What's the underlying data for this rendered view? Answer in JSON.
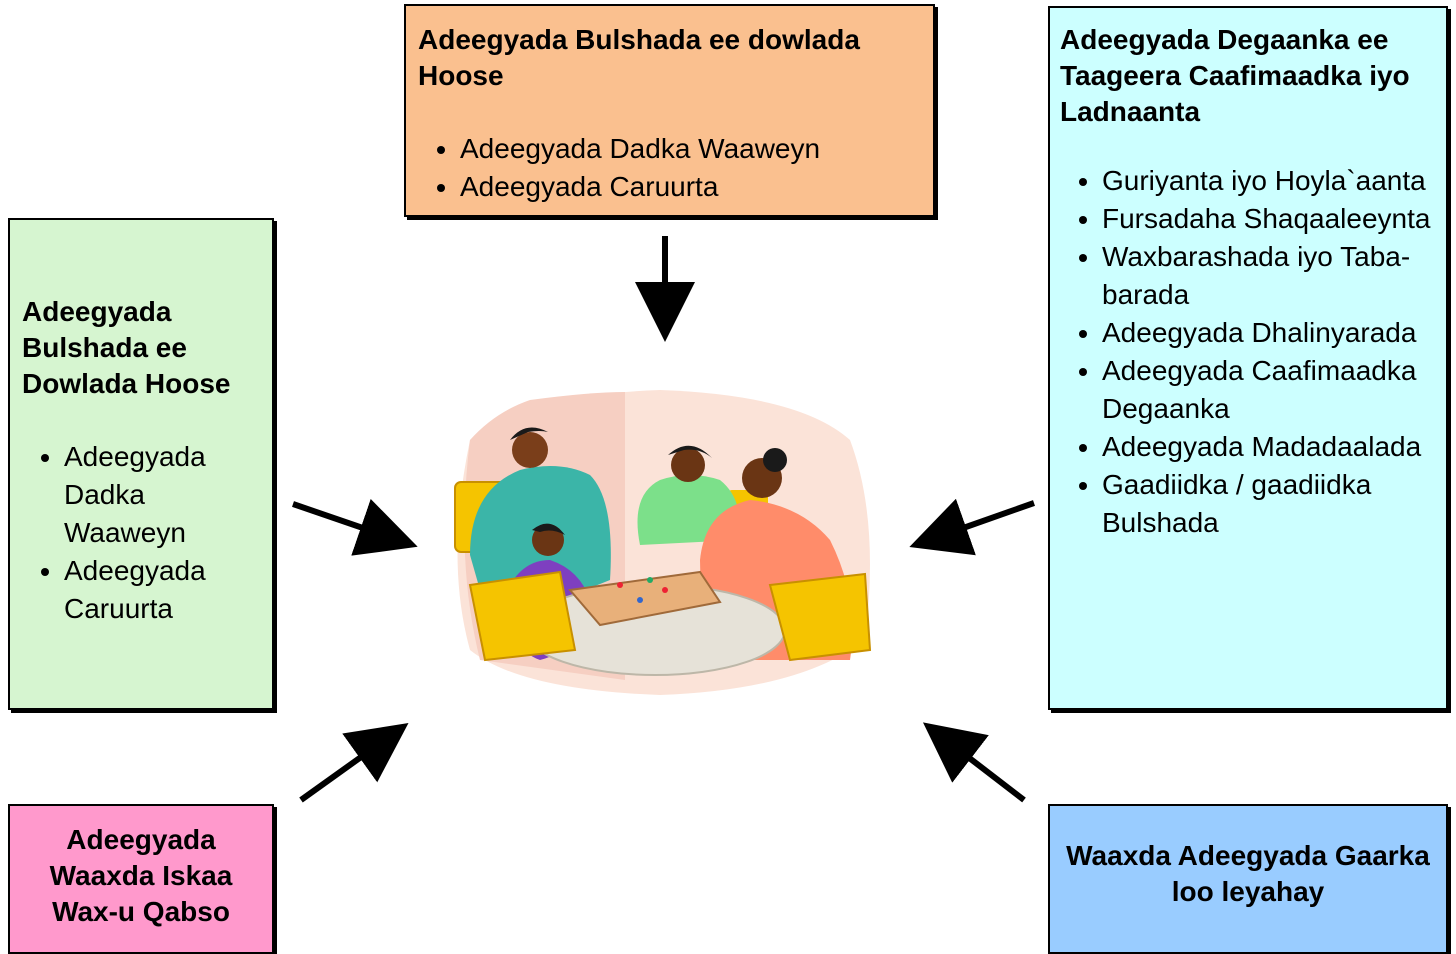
{
  "top_box": {
    "title": "Adeegyada Bulshada ee dowlada Hoose",
    "items": [
      "Adeegyada Dadka Waaweyn",
      "Adeegyada Caruurta"
    ]
  },
  "left_box": {
    "title": "Adeegyada Bulshada ee Dowlada Hoose",
    "items": [
      "Adeegyada Dadka Waaweyn",
      "Adeegyada Caruurta"
    ]
  },
  "right_box": {
    "title": "Adeegyada Degaanka ee Taageera Caafimaadka iyo Ladnaanta",
    "items": [
      "Guriyanta iyo Hoyla`aanta",
      "Fursadaha Shaqaaleeynta",
      "Waxbarashada iyo Taba-barada",
      "Adeegyada Dhalinyarada",
      "Adeegyada Caafimaadka Degaanka",
      "Adeegyada Madadaalada",
      "Gaadiidka / gaadiidka Bulshada"
    ]
  },
  "bottom_left_box": {
    "title": "Adeegyada Waaxda Iskaa Wax-u Qabso"
  },
  "bottom_right_box": {
    "title": "Waaxda Adeegyada Gaarka loo leyahay"
  },
  "colors": {
    "top": "#FAC08F",
    "left": "#D6F5D0",
    "right": "#CCFFFF",
    "bottom_left": "#FF99CC",
    "bottom_right": "#99CCFF"
  },
  "center_image": {
    "icon": "family-board-game-clipart"
  }
}
